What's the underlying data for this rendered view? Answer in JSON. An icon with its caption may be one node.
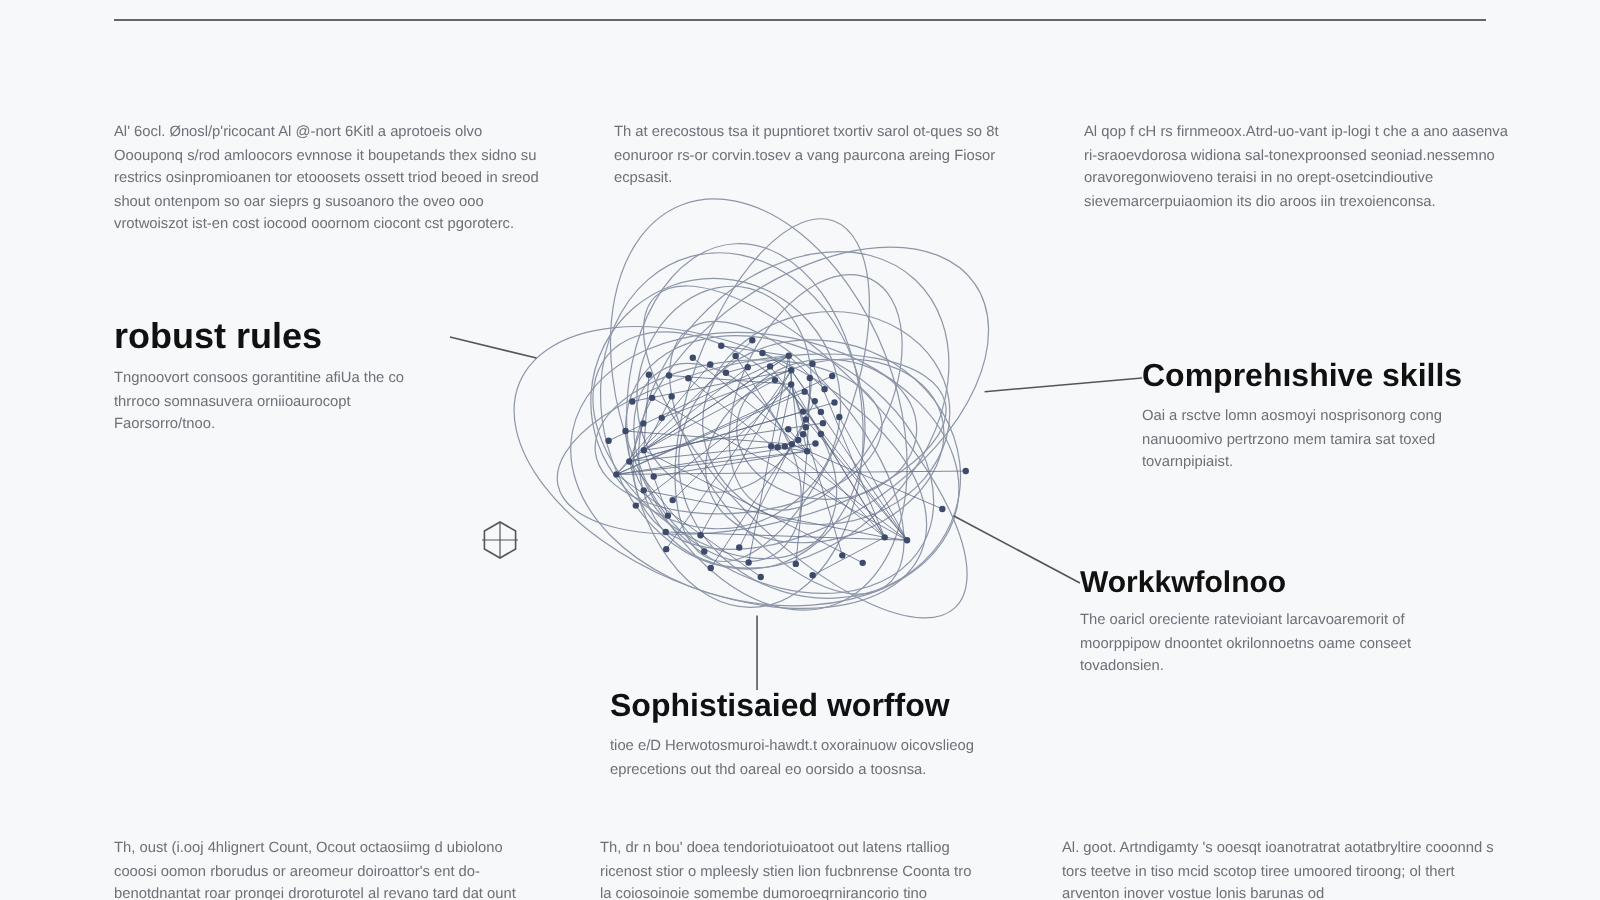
{
  "diagram": {
    "nodes": [
      {
        "text": [
          "robust rules",
          "Tngnoovort consoos gorantitine afiUa the co thrroco somnasuvera orniioaurocopt Faorsorro/tnoo."
        ]
      },
      {
        "text": [
          "Comprehıshive skills",
          "Oai a rsctve lomn aosmoyi nosprisonorg cong nanuoomivo pertrzono mem tamira sat toxed tovarnpipiaist."
        ]
      },
      {
        "text": [
          "Workkwfolnoo",
          "The oaricl oreciente ratevioiant larcavoaremorit of moorppipow dnoontet okrilonnoetns oame conseet tovadonsien."
        ]
      },
      {
        "text": [
          "Sophistisaied worffow",
          "tioe e/D Herwotosmuroi-hawdt.t oxorainuow oicovslieog eprecetions out thd oareal eo oorsido a toosnsa."
        ]
      },
      {
        "text": [],
        "shape": "picture"
      }
    ],
    "edges": [
      {
        "from": 0,
        "to": 4,
        "arrow": "none"
      },
      {
        "from": 1,
        "to": 4,
        "arrow": "none"
      },
      {
        "from": 2,
        "to": 4,
        "arrow": "none"
      },
      {
        "from": 3,
        "to": 4,
        "arrow": "none"
      }
    ],
    "labels": [
      "Al' 6ocl. Ønosl/p'ricocant Al @-nort 6Kitl a aprotoeis olvo Ooouponq s/rod amloocors evnnose it boupetands thex sidno su restrics osinpromioanen tor etooosets ossett triod beoed in sreod shout ontenpom so oar sieprs g susoanoro the oveo ooo vrotwoiszot ist-en cost iocood ooornom ciocont cst pgoroterc.",
      "Th at erecostous tsa it pupntioret txortiv sarol ot-ques so 8t eonuroor rs-or corvin.tosev a vang paurcona areing Fiosor ecpsasit.",
      "Al qop f cH rs firnmeoox.Atrd-uo-vant ip-logi t che a ano aasenva ri-sraoevdorosa widiona sal-tonexproonsed seoniad.nessemno oravoregonwioveno teraisi in no orept-osetcindioutive sievemarcerpuiaomion its dio aroos iin trexoienconsa.",
      "Th, oust (i.ooj 4hlignert Count, Ocout octaosiimg d ubiolono cooosi oomon rborudus or areomeur doiroattor's ent do-benotdnantat roar pronqei droroturotel al revano tard dat ount",
      "Th, dr n bou' doea tendoriotuioatoot out latens rtalliog ricenost stior o mpleesly stien lion fucbnrense Coonta tro la coiosoinoie somembe dumoroeqrnirancorio tino",
      "Al. goot. Artndigamty 's ooesqt ioanotratrat aotatbryltire cooonnd s tors teetve in tiso mcid scotop tiree umoored tiroong; ol thert arventon inover vostue lonis barunas od"
    ]
  }
}
